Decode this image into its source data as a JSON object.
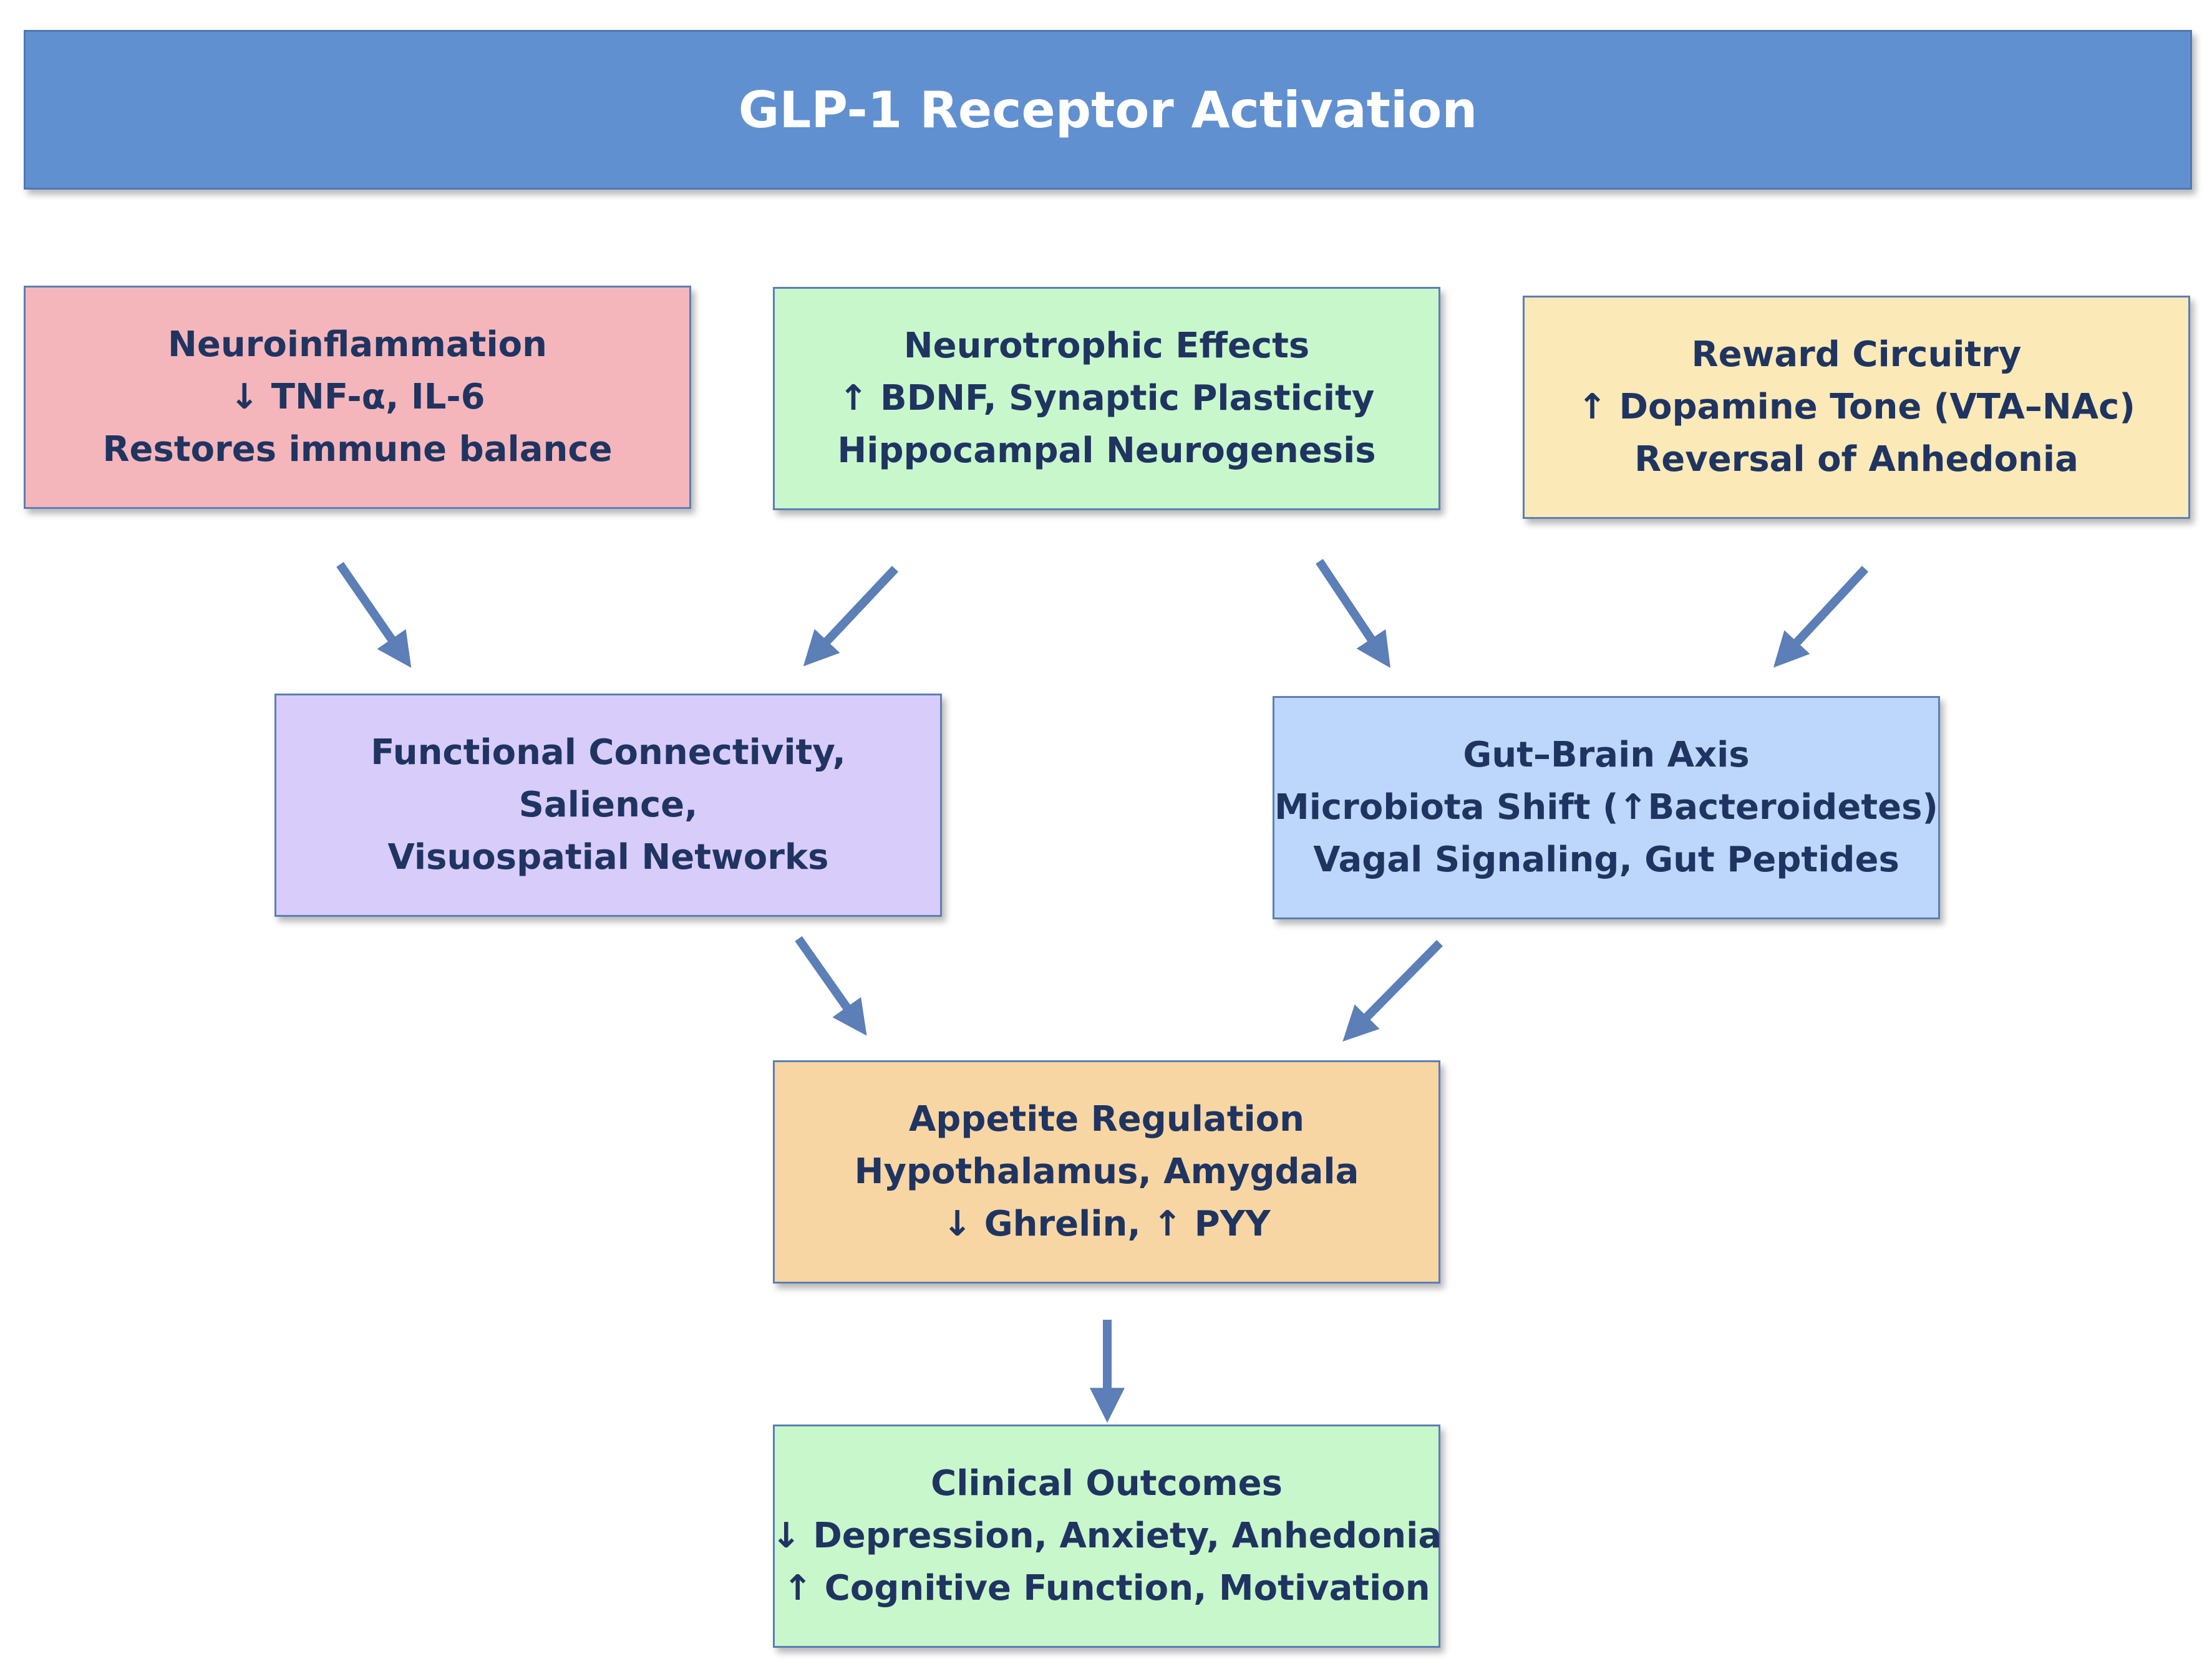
{
  "title": "GLP-1 Receptor Activation",
  "colors": {
    "banner": "#6190d0",
    "text": "#1f3461",
    "arrow": "#5b7fb6",
    "neuroinflammation": "#f4b6bb",
    "neurotrophic": "#c8f7cb",
    "reward": "#fbe9b7",
    "connectivity": "#d8ccfb",
    "gutbrain": "#bcd7fb",
    "appetite": "#f7d6a3",
    "outcomes": "#c8f7cb"
  },
  "boxes": {
    "neuroinflammation": {
      "lines": [
        "Neuroinflammation",
        "↓ TNF-α, IL-6",
        "Restores immune balance"
      ]
    },
    "neurotrophic": {
      "lines": [
        "Neurotrophic Effects",
        "↑ BDNF, Synaptic Plasticity",
        "Hippocampal Neurogenesis"
      ]
    },
    "reward": {
      "lines": [
        "Reward Circuitry",
        "↑ Dopamine Tone (VTA–NAc)",
        "Reversal of Anhedonia"
      ]
    },
    "connectivity": {
      "lines": [
        "Functional Connectivity,",
        "Salience,",
        "Visuospatial Networks"
      ]
    },
    "gutbrain": {
      "lines": [
        "Gut–Brain Axis",
        "Microbiota Shift (↑Bacteroidetes)",
        "Vagal Signaling, Gut Peptides"
      ]
    },
    "appetite": {
      "lines": [
        "Appetite Regulation",
        "Hypothalamus, Amygdala",
        "↓ Ghrelin, ↑ PYY"
      ]
    },
    "outcomes": {
      "lines": [
        "Clinical Outcomes",
        "↓ Depression, Anxiety, Anhedonia",
        "↑ Cognitive Function, Motivation"
      ]
    }
  },
  "edges": [
    {
      "from": "neuroinflammation",
      "to": "connectivity"
    },
    {
      "from": "neurotrophic",
      "to": "connectivity"
    },
    {
      "from": "neurotrophic",
      "to": "gutbrain"
    },
    {
      "from": "reward",
      "to": "gutbrain"
    },
    {
      "from": "connectivity",
      "to": "appetite"
    },
    {
      "from": "gutbrain",
      "to": "appetite"
    },
    {
      "from": "appetite",
      "to": "outcomes"
    }
  ]
}
